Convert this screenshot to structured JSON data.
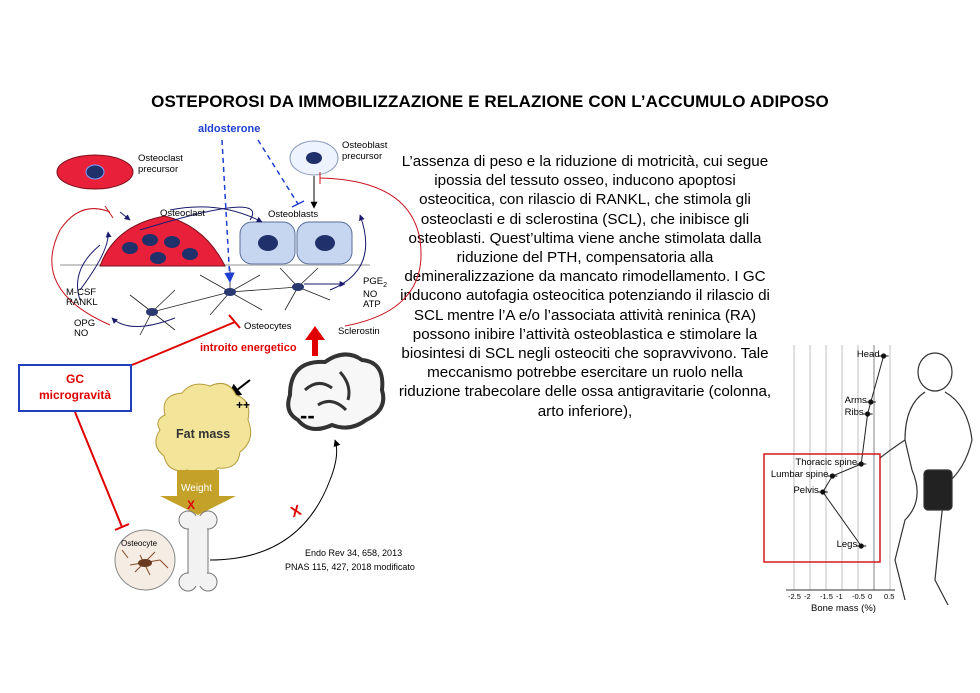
{
  "title": "OSTEPOROSI DA IMMOBILIZZAZIONE E RELAZIONE CON L’ACCUMULO ADIPOSO",
  "paragraph": "L’assenza di peso e la riduzione di motricità, cui segue ipossia del tessuto osseo, inducono apoptosi osteocitica, con rilascio di RANKL, che stimola gli osteoclasti e di sclerostina (SCL), che inibisce gli osteoblasti. Quest’ultima viene anche stimolata dalla riduzione del PTH, compensatoria alla demineralizzazione da mancato rimodellamento.  I GC inducono autofagia osteocitica potenziando il rilascio di SCL mentre l’A e/o l’associata attività reninica (RA) possono inibire l’attività osteoblastica e stimolare la biosintesi di SCL negli osteociti che sopravvivono. Tale meccanismo potrebbe esercitare un ruolo nella riduzione trabecolare delle ossa antigravitarie (colonna, arto inferiore),",
  "diagram": {
    "aldosterone": "aldosterone",
    "osteoclast_precursor_1": "Osteoclast",
    "osteoclast_precursor_2": "precursor",
    "osteoblast_precursor_1": "Osteoblast",
    "osteoblast_precursor_2": "precursor",
    "osteoclast": "Osteoclast",
    "osteoblasts": "Osteoblasts",
    "mcsf": "M-CSF",
    "rankl": "RANKL",
    "opg": "OPG",
    "no_left": "NO",
    "pge2": "PGE",
    "pge2_sub": "2",
    "no_right": "NO",
    "atp": "ATP",
    "osteocytes": "Osteocytes",
    "sclerostin": "Sclerostin",
    "introito": "introito energetico",
    "gc_line1": "GC",
    "gc_line2": "microgravità",
    "plusplus": "++",
    "fat_mass": "Fat mass",
    "weight": "Weight",
    "x_mark": "X",
    "minusminus": "--",
    "osteocyte": "Osteocyte"
  },
  "references": {
    "ref1": "Endo Rev  34, 658, 2013",
    "ref2": "PNAS  115, 427, 2018 modificato"
  },
  "chart_data": {
    "type": "scatter",
    "categories": [
      "Head",
      "Arms",
      "Ribs",
      "Thoracic spine",
      "Lumbar spine",
      "Pelvis",
      "Legs"
    ],
    "values": [
      0.3,
      -0.1,
      -0.2,
      -0.4,
      -1.3,
      -1.6,
      -0.4
    ],
    "xlabel": "Bone mass (%)",
    "xticks": [
      "-2.5",
      "-2",
      "-1.5",
      "-1",
      "-0.5",
      "0",
      "0.5"
    ],
    "xlim": [
      -2.5,
      0.5
    ]
  }
}
